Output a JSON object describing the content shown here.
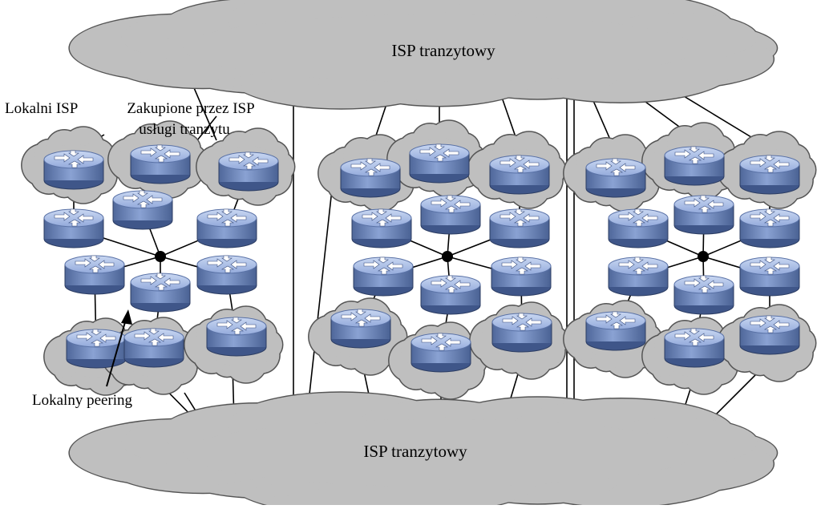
{
  "labels": {
    "top_cloud": "ISP tranzytowy",
    "bottom_cloud": "ISP tranzytowy",
    "local_isp": "Lokalni ISP",
    "purchased_line1": "Zakupione przez ISP",
    "purchased_line2": "usługi tranzytu",
    "local_peering": "Lokalny peering"
  },
  "icons": {
    "router": "router-icon",
    "hub": "hub-node-icon",
    "cloud": "cloud-icon"
  },
  "colors": {
    "cloud_fill": "#bfbfbf",
    "cloud_stroke": "#555555",
    "router_body": "#6d86b8",
    "router_top": "#a9bde6",
    "router_arrow": "#ffffff",
    "line": "#000000"
  }
}
